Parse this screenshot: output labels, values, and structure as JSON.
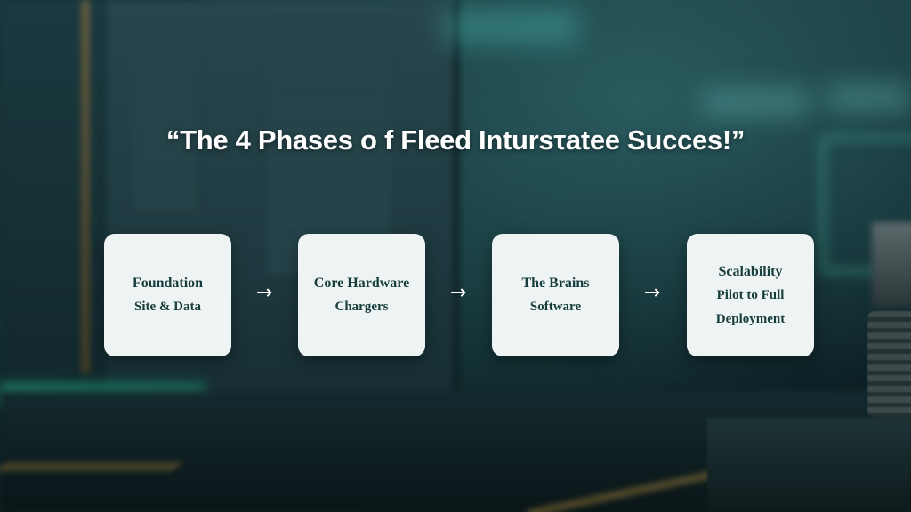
{
  "title": "“The 4 Phases o f Fleed Intursτatee Succes!”",
  "phases": [
    {
      "line1": "Foundation",
      "line2": "Site & Data"
    },
    {
      "line1": "Core Hardware",
      "line2": "Chargers"
    },
    {
      "line1": "The Brains",
      "line2": "Software"
    },
    {
      "line1": "Scalability",
      "line2": "Pilot to Full",
      "line3": "Deployment"
    }
  ],
  "arrow_glyph": "→",
  "colors": {
    "box_background": "#eef4f4",
    "box_text": "#163c3c",
    "title_text": "#ffffff",
    "scene_background": "#112a30"
  }
}
